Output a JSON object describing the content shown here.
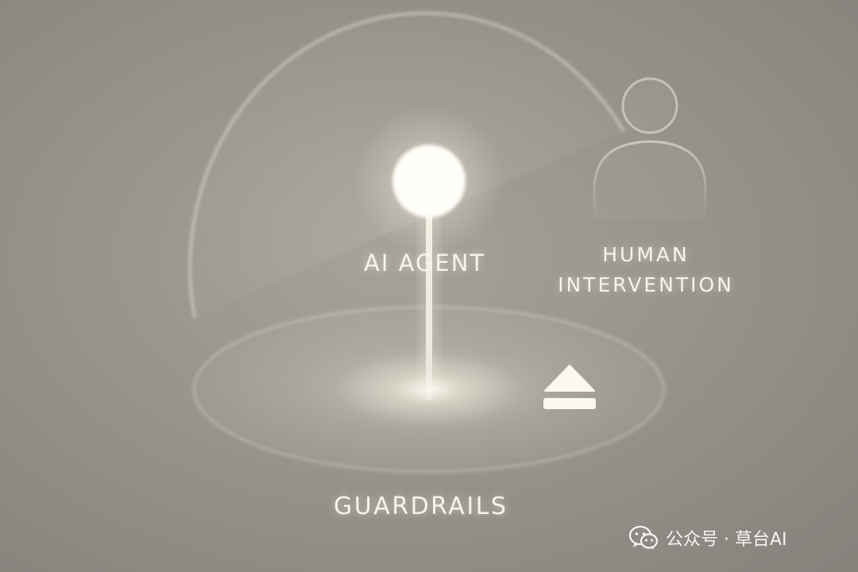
{
  "labels": {
    "agent": "AI AGENT",
    "human_line1": "HUMAN",
    "human_line2": "INTERVENTION",
    "guardrails": "GUARDRAILS"
  },
  "watermark": {
    "text": "公众号 · 草台AI",
    "icon": "wechat-icon"
  },
  "icons": {
    "eject": "eject-icon",
    "person": "person-icon"
  },
  "colors": {
    "background": "#9a978f",
    "glow": "#fffaf0",
    "text": "#f6f3ec"
  }
}
